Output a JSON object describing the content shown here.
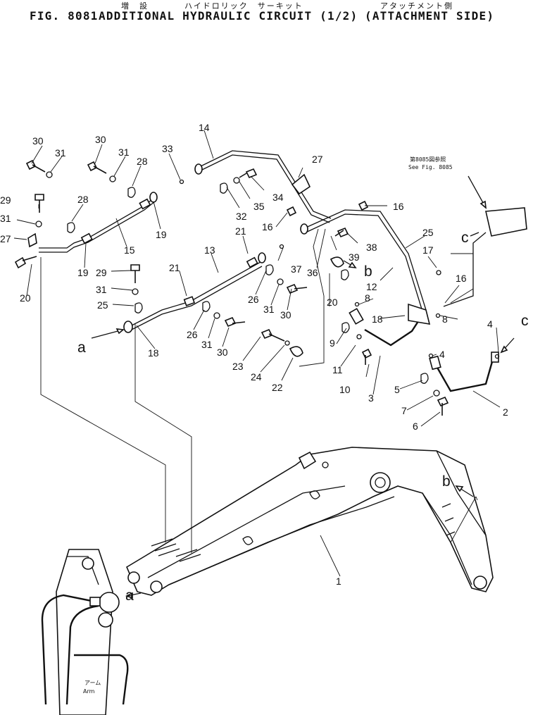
{
  "title": {
    "jp_left": "増　設",
    "jp_mid": "ハイドロリック　サーキット",
    "jp_right": "アタッチメント側",
    "fig": "FIG. 8081",
    "text": "ADDITIONAL HYDRAULIC CIRCUIT (1/2)",
    "side": "(ATTACHMENT SIDE)"
  },
  "note": {
    "jp": "第8085図参照",
    "en": "See Fig. 8085"
  },
  "arm_label": {
    "jp": "アーム",
    "en": "Arm"
  },
  "refs": {
    "a": "a",
    "b": "b",
    "c": "c"
  },
  "callouts": [
    "1",
    "2",
    "3",
    "4",
    "5",
    "6",
    "7",
    "8",
    "9",
    "10",
    "11",
    "12",
    "13",
    "14",
    "15",
    "16",
    "17",
    "18",
    "19",
    "20",
    "21",
    "22",
    "23",
    "24",
    "25",
    "26",
    "27",
    "28",
    "29",
    "30",
    "31",
    "32",
    "33",
    "34",
    "35",
    "36",
    "37",
    "38",
    "39"
  ]
}
